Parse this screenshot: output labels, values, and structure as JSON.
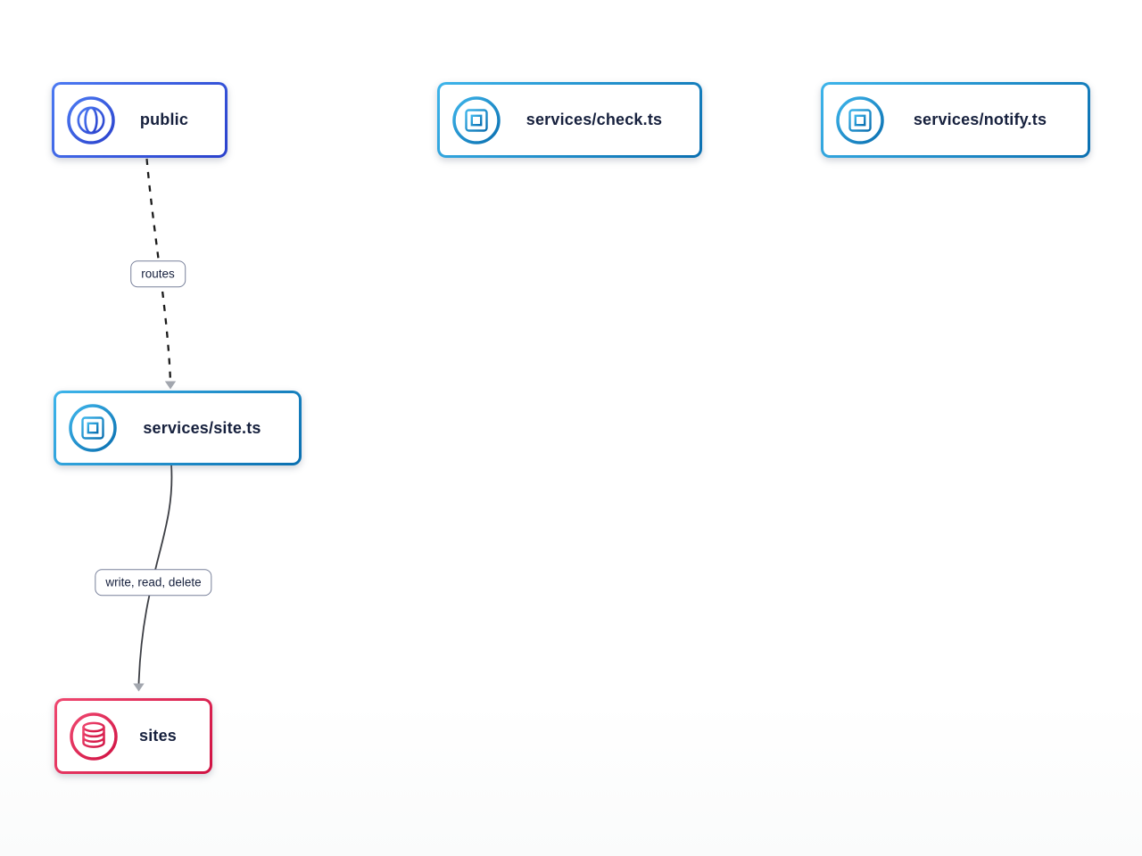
{
  "diagram": {
    "nodes": [
      {
        "id": "public",
        "label": "public",
        "icon": "globe-icon",
        "kind": "api-gateway",
        "accent": "blue"
      },
      {
        "id": "services-check",
        "label": "services/check.ts",
        "icon": "cpu-icon",
        "kind": "service",
        "accent": "cyan"
      },
      {
        "id": "services-notify",
        "label": "services/notify.ts",
        "icon": "cpu-icon",
        "kind": "service",
        "accent": "cyan"
      },
      {
        "id": "services-site",
        "label": "services/site.ts",
        "icon": "cpu-icon",
        "kind": "service",
        "accent": "cyan"
      },
      {
        "id": "sites",
        "label": "sites",
        "icon": "database-icon",
        "kind": "database",
        "accent": "red"
      }
    ],
    "edges": [
      {
        "from": "public",
        "to": "services-site",
        "label": "routes",
        "line_style": "dashed"
      },
      {
        "from": "services-site",
        "to": "sites",
        "label": "write, read, delete",
        "line_style": "solid"
      }
    ]
  },
  "theme": {
    "gradients": {
      "blue": {
        "from": "#4b79f2",
        "to": "#2a41cc"
      },
      "cyan": {
        "from": "#3db4ea",
        "to": "#0a6fb0"
      },
      "red": {
        "from": "#ef476f",
        "to": "#d01243"
      }
    },
    "edge_dashed_color": "#1b1b1b",
    "edge_solid_color": "#3d3f45",
    "arrowhead_color": "#a2a6ae",
    "label_border_color": "#78809a",
    "text_color": "#16203d",
    "node_background": "#ffffff"
  }
}
